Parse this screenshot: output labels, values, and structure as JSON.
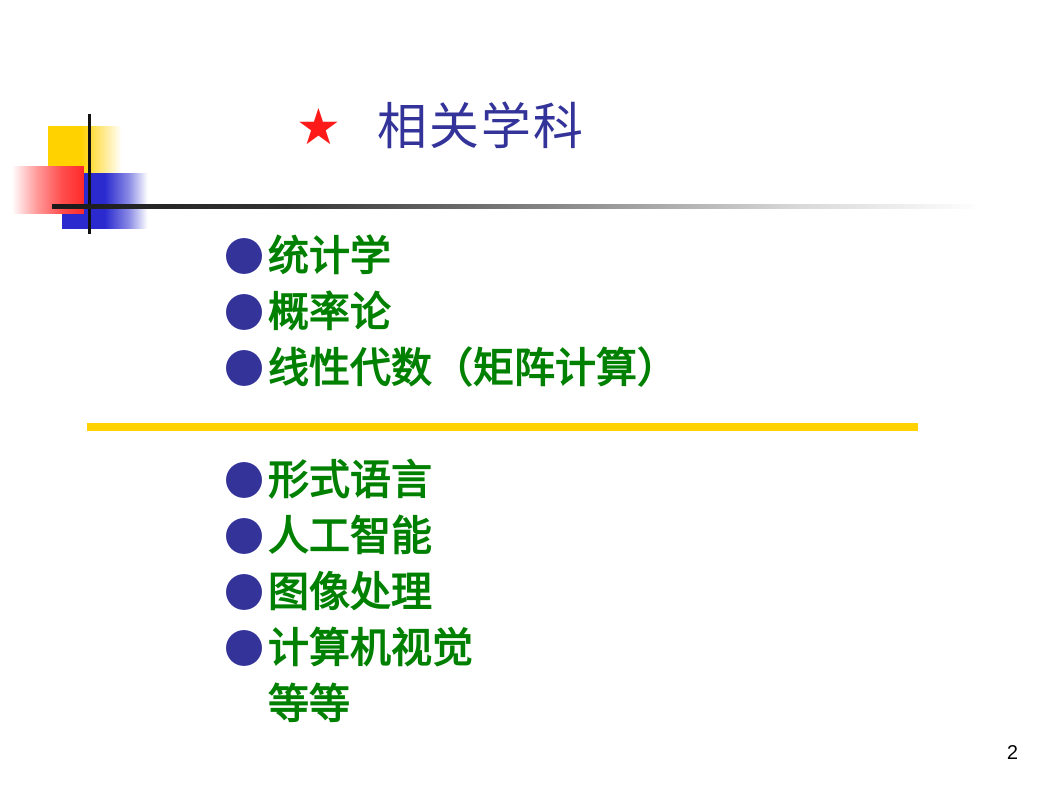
{
  "slide": {
    "title": "相关学科",
    "title_icon": "star-icon",
    "colors": {
      "title": "#333399",
      "star": "#ff1a1a",
      "bullet": "#333399",
      "item_text": "#008000",
      "divider": "#ffd200"
    },
    "list_top": [
      {
        "label": "统计学"
      },
      {
        "label": "概率论"
      },
      {
        "label": "线性代数（矩阵计算）"
      }
    ],
    "list_bottom": [
      {
        "label": "形式语言"
      },
      {
        "label": "人工智能"
      },
      {
        "label": "图像处理"
      },
      {
        "label": "计算机视觉"
      }
    ],
    "list_bottom_continuation": "等等",
    "page_number": "2"
  }
}
